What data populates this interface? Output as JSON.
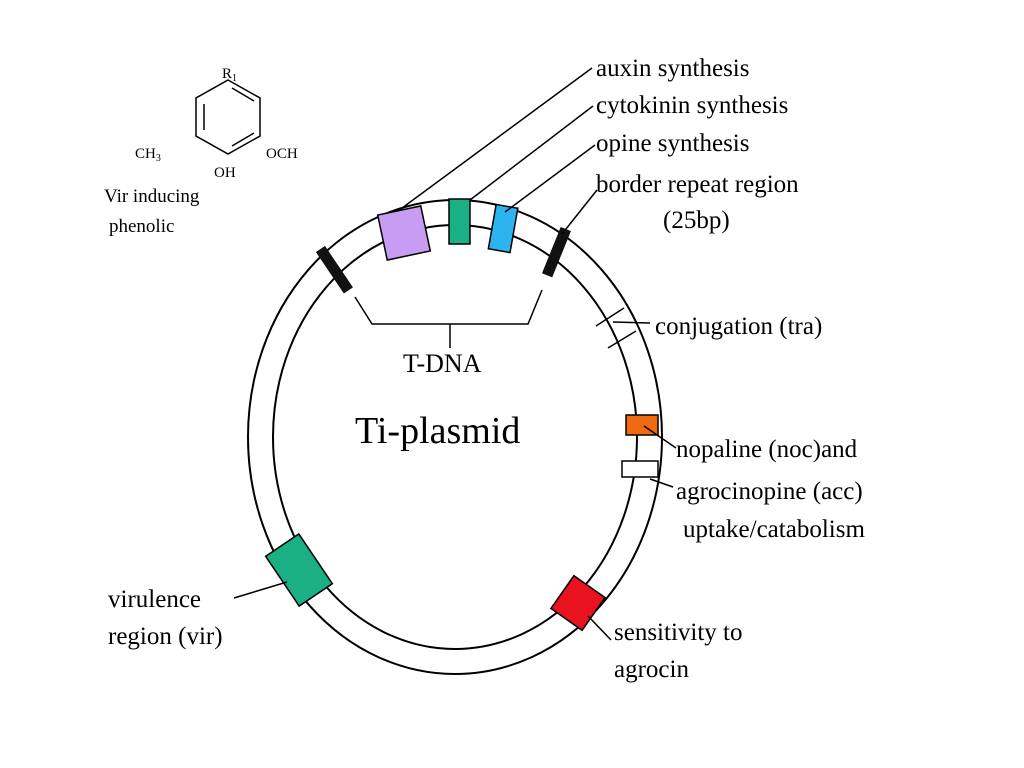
{
  "diagram": {
    "title": "Ti-plasmid",
    "tdna_label": "T-DNA",
    "colors": {
      "auxin": "#c79cf2",
      "cytokinin": "#1aaf85",
      "opine": "#2bb4f0",
      "border": "#111111",
      "nopaline": "#f06a12",
      "virulence": "#1aaf85",
      "sensitivity": "#e8131f",
      "outline": "#000000"
    },
    "labels": {
      "auxin": "auxin synthesis",
      "cytokinin": "cytokinin synthesis",
      "opine": "opine synthesis",
      "border_line1": "border repeat region",
      "border_line2": "(25bp)",
      "conjugation": "conjugation (tra)",
      "nopaline": "nopaline (noc)and",
      "agrocinopine": "agrocinopine (acc)",
      "uptake": "uptake/catabolism",
      "virulence_line1": "virulence",
      "virulence_line2": "region (vir)",
      "sensitivity_line1": "sensitivity to",
      "sensitivity_line2": "agrocin"
    },
    "chemical": {
      "r_group": "R",
      "r_sub": "1",
      "ch3": "CH",
      "ch3_sub": "3",
      "och": "OCH",
      "oh": "OH",
      "caption_line1": "Vir inducing",
      "caption_line2": "phenolic"
    }
  }
}
